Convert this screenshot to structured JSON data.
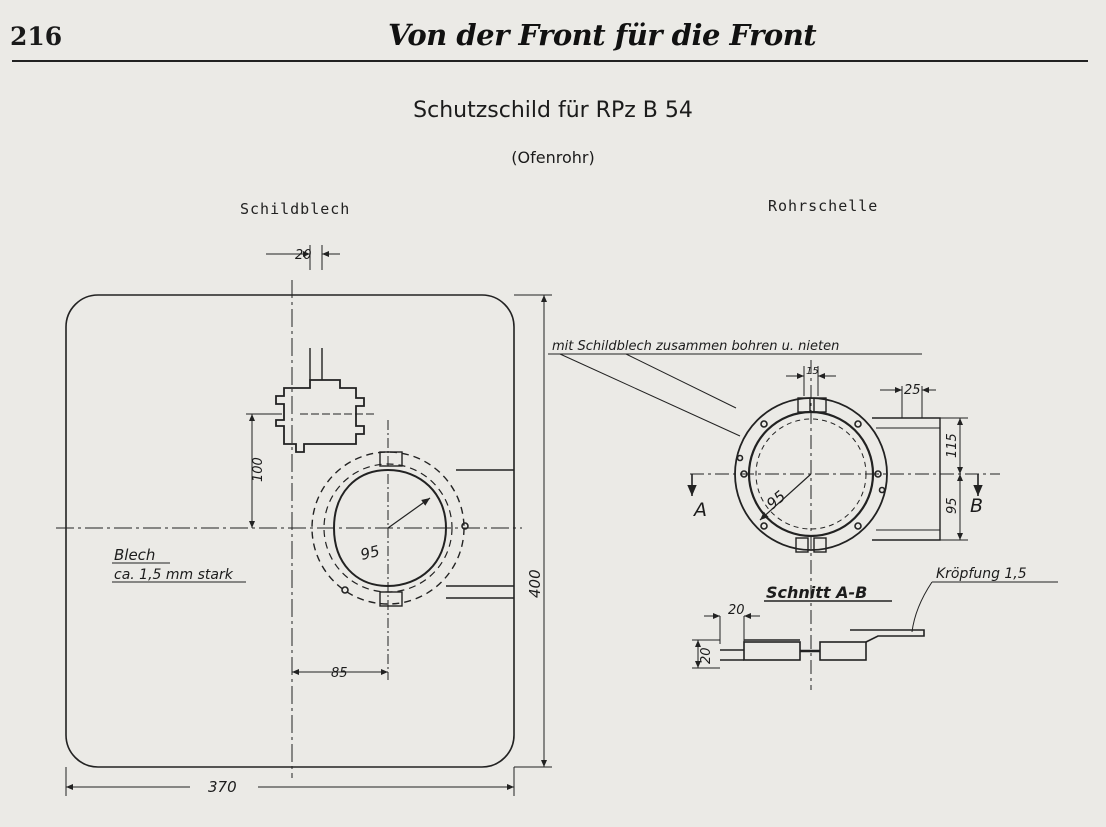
{
  "header": {
    "page_number": "216",
    "running_title": "Von der Front für die Front"
  },
  "drawing": {
    "title": "Schutzschild für RPz B 54",
    "subtitle": "(Ofenrohr)",
    "left_view": {
      "label": "Schildblech",
      "dim_top": "20",
      "dim_vertical": "100",
      "dim_radius": "95",
      "dim_horizontal": "85",
      "dim_height": "400",
      "dim_width": "370",
      "note_line1": "Blech",
      "note_line2": "ca. 1,5 mm stark"
    },
    "right_view": {
      "label": "Rohrschelle",
      "note_rivet": "mit Schildblech zusammen bohren u. nieten",
      "dim_top": "15",
      "dim_flange": "25",
      "dim_115": "115",
      "dim_95_right": "95",
      "dim_radius": "95",
      "marker_a": "A",
      "marker_b": "B",
      "section_label": "Schnitt A-B",
      "note_kropfung": "Kröpfung 1,5",
      "dim_section_width": "20",
      "dim_section_height": "20"
    }
  }
}
